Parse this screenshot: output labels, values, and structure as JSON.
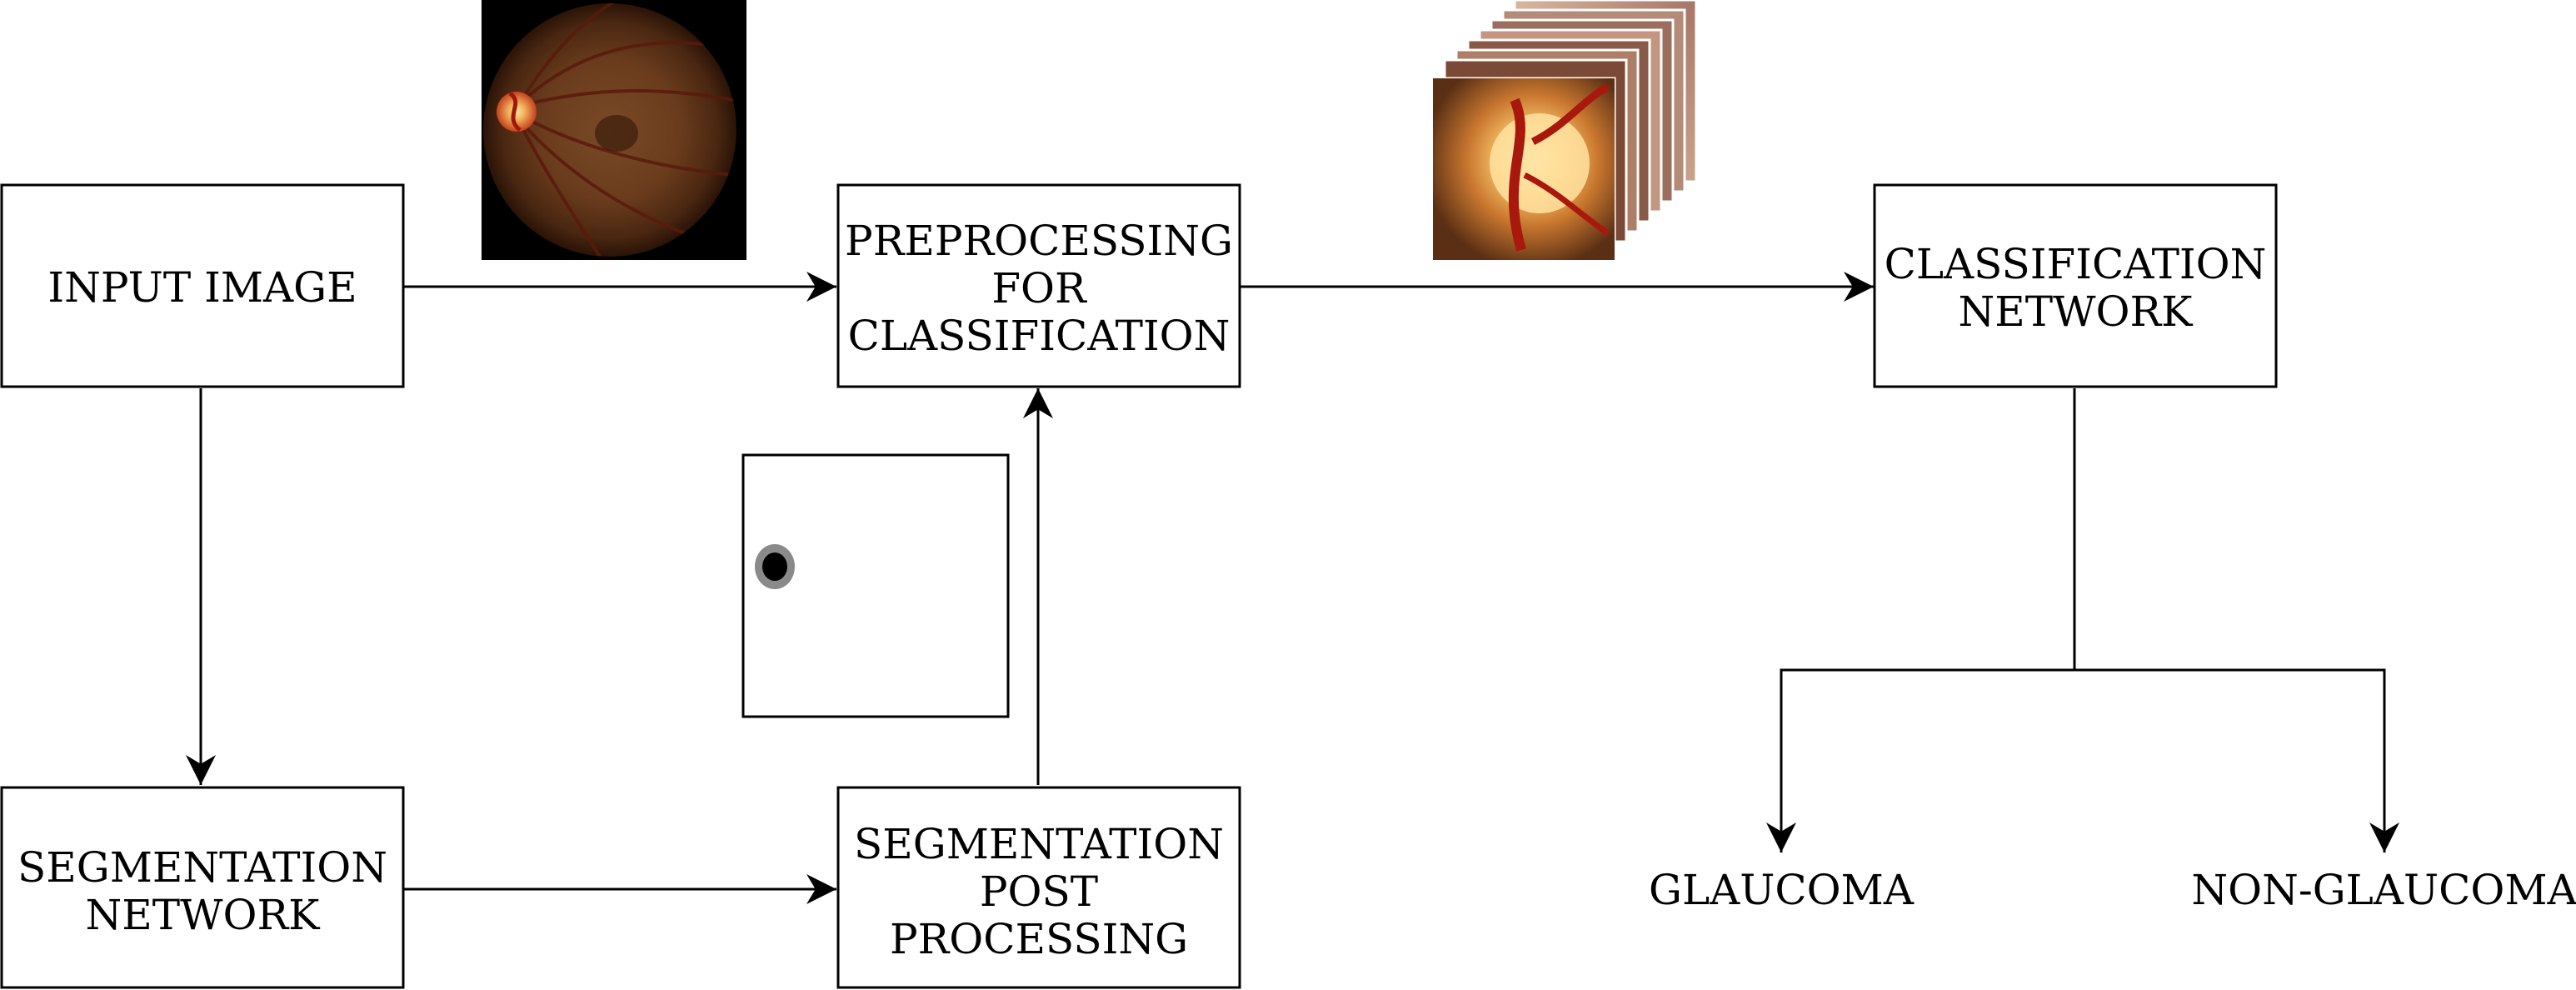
{
  "nodes": {
    "input_image": {
      "lines": [
        "INPUT IMAGE"
      ]
    },
    "preprocessing": {
      "lines": [
        "PREPROCESSING",
        "FOR",
        "CLASSIFICATION"
      ]
    },
    "classification_network": {
      "lines": [
        "CLASSIFICATION",
        "NETWORK"
      ]
    },
    "segmentation_network": {
      "lines": [
        "SEGMENTATION",
        "NETWORK"
      ]
    },
    "segmentation_post": {
      "lines": [
        "SEGMENTATION",
        "POST",
        "PROCESSING"
      ]
    }
  },
  "outputs": {
    "glaucoma": "GLAUCOMA",
    "non_glaucoma": "NON-GLAUCOMA"
  },
  "edges": [
    {
      "from": "input_image",
      "to": "preprocessing"
    },
    {
      "from": "input_image",
      "to": "segmentation_network"
    },
    {
      "from": "segmentation_network",
      "to": "segmentation_post"
    },
    {
      "from": "segmentation_post",
      "to": "preprocessing"
    },
    {
      "from": "preprocessing",
      "to": "classification_network"
    },
    {
      "from": "classification_network",
      "to": "glaucoma"
    },
    {
      "from": "classification_network",
      "to": "non_glaucoma"
    }
  ],
  "colors": {
    "stroke": "#000000",
    "fundus_orange": "#c9772f",
    "fundus_dark": "#2a1307",
    "mask_ring": "#8a8a8a",
    "mask_core": "#000000"
  }
}
